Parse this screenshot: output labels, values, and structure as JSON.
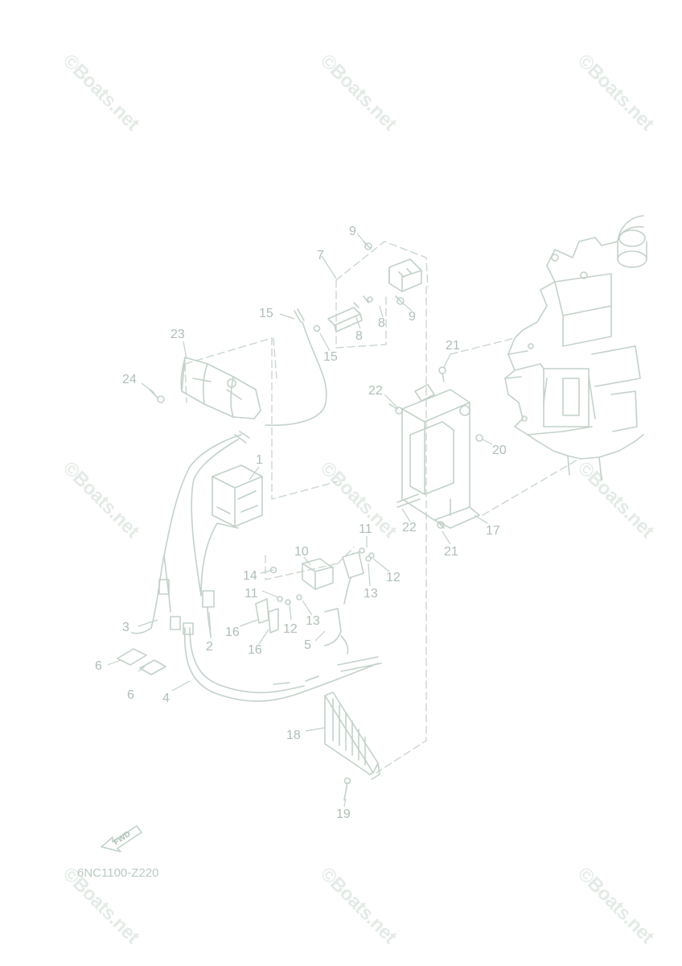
{
  "diagram": {
    "code": "6NC1100-Z220",
    "watermark": "©Boats.net",
    "fwd_label": "FWD",
    "colors": {
      "line": "#c2d2c8",
      "dashed": "#c6d4cb",
      "label": "#aebfb5",
      "watermark": "#e4ebe6"
    },
    "callouts": [
      {
        "n": "1"
      },
      {
        "n": "2"
      },
      {
        "n": "3"
      },
      {
        "n": "4"
      },
      {
        "n": "5"
      },
      {
        "n": "6"
      },
      {
        "n": "6"
      },
      {
        "n": "7"
      },
      {
        "n": "8"
      },
      {
        "n": "8"
      },
      {
        "n": "9"
      },
      {
        "n": "9"
      },
      {
        "n": "10"
      },
      {
        "n": "11"
      },
      {
        "n": "11"
      },
      {
        "n": "12"
      },
      {
        "n": "12"
      },
      {
        "n": "13"
      },
      {
        "n": "13"
      },
      {
        "n": "14"
      },
      {
        "n": "15"
      },
      {
        "n": "15"
      },
      {
        "n": "16"
      },
      {
        "n": "16"
      },
      {
        "n": "17"
      },
      {
        "n": "18"
      },
      {
        "n": "19"
      },
      {
        "n": "20"
      },
      {
        "n": "21"
      },
      {
        "n": "21"
      },
      {
        "n": "22"
      },
      {
        "n": "22"
      },
      {
        "n": "23"
      },
      {
        "n": "24"
      }
    ]
  }
}
